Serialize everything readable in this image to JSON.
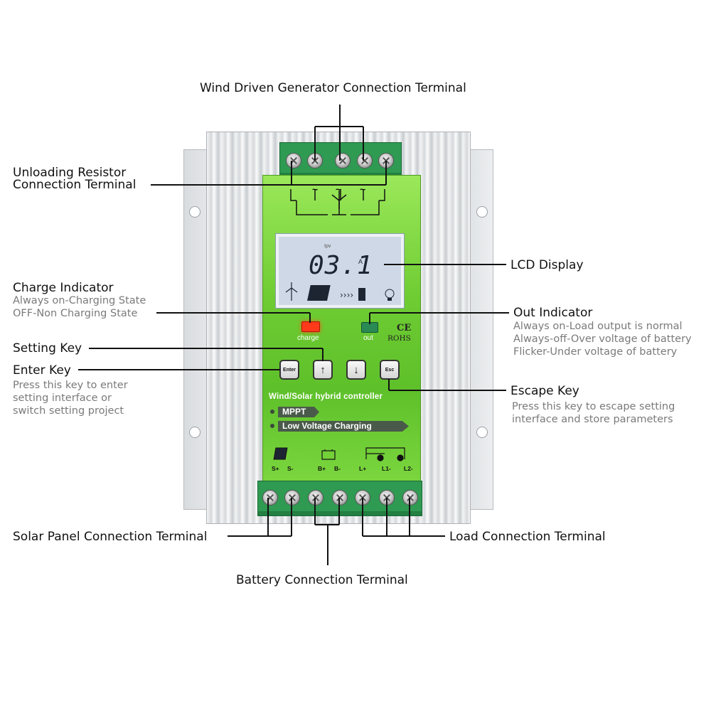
{
  "labels": {
    "wind_generator": "Wind Driven Generator Connection Terminal",
    "unloading_resistor": [
      "Unloading Resistor",
      "Connection Terminal"
    ],
    "lcd_display": "LCD Display",
    "charge_indicator": {
      "title": "Charge Indicator",
      "desc": [
        "Always on-Charging State",
        "OFF-Non Charging State"
      ]
    },
    "out_indicator": {
      "title": "Out Indicator",
      "desc": [
        "Always on-Load output is normal",
        "Always-off-Over voltage of battery",
        "Flicker-Under voltage of battery"
      ]
    },
    "setting_key": "Setting Key",
    "enter_key": {
      "title": "Enter Key",
      "desc": [
        "Press this key to enter",
        "setting interface or",
        "switch setting project"
      ]
    },
    "escape_key": {
      "title": "Escape Key",
      "desc": [
        "Press this key to escape setting",
        "interface and store parameters"
      ]
    },
    "solar_panel": "Solar Panel Connection Terminal",
    "load": "Load Connection Terminal",
    "battery": "Battery Connection Terminal"
  },
  "device": {
    "lcd_value": "03.1",
    "lcd_unit": "A",
    "lcd_ipv": "Ipv",
    "charge_text": "charge",
    "out_text": "out",
    "ce_mark": "CE",
    "rohs_mark": "ROHS",
    "key_enter": "Enter",
    "key_esc": "Esc",
    "key_up": "↑",
    "key_down": "↓",
    "controller_title": "Wind/Solar  hybrid  controller",
    "tag_mppt": "MPPT",
    "tag_lvc": "Low Voltage Charging",
    "terminal_labels": [
      "S+",
      "S-",
      "B+",
      "B-",
      "L+",
      "L1-",
      "L2-"
    ],
    "wind_symbols": [
      "~",
      "~",
      "~"
    ]
  }
}
